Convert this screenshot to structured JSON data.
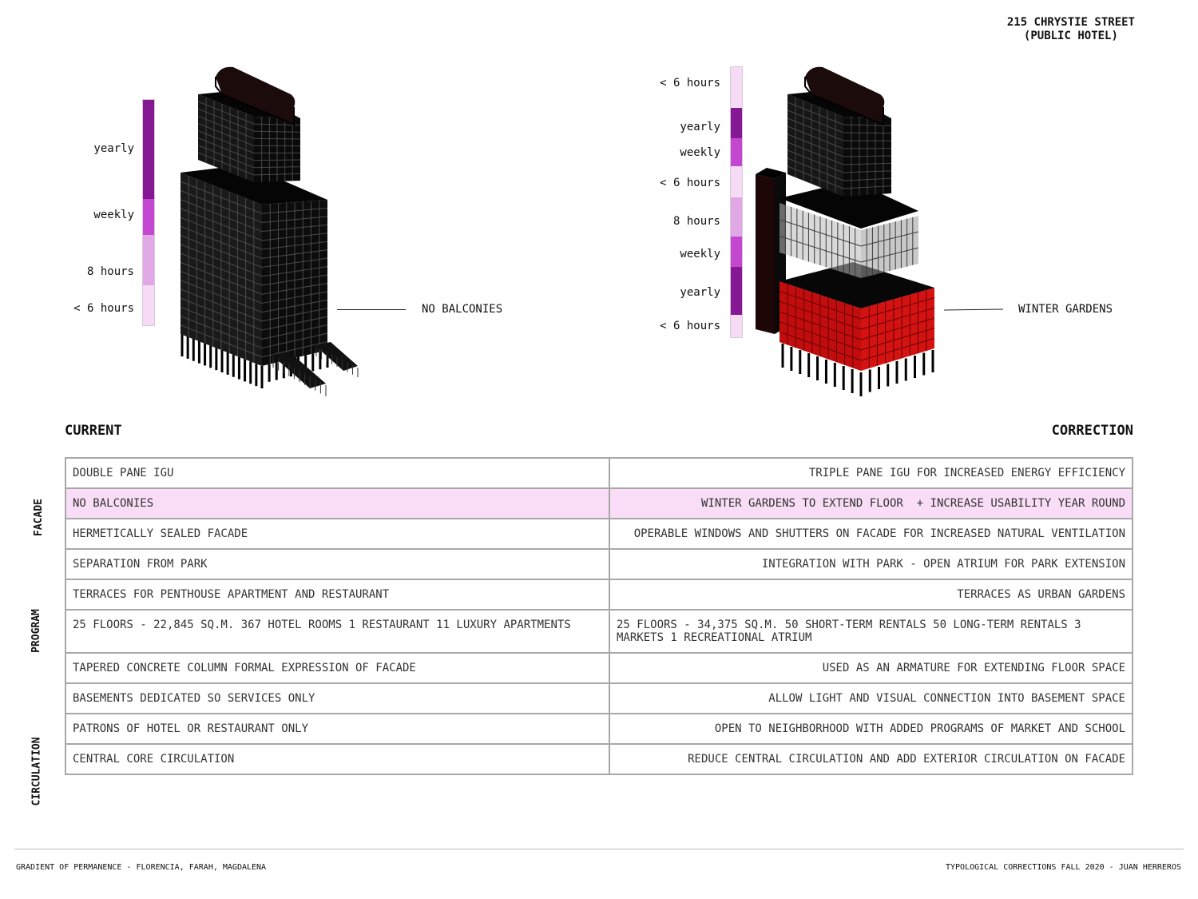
{
  "title": {
    "line1": "215 CHRYSTIE STREET",
    "line2": "(PUBLIC HOTEL)"
  },
  "colors": {
    "yearly": "#851994",
    "weekly": "#c447d1",
    "hours8": "#e0a9e6",
    "hours6": "#f6dbf5",
    "red": "#d10f0f",
    "highlight": "#f9dcf6"
  },
  "left_scale": {
    "labels": [
      "yearly",
      "weekly",
      "8 hours",
      "< 6 hours"
    ],
    "callout": "NO BALCONIES"
  },
  "right_scale": {
    "labels": [
      "< 6 hours",
      "yearly",
      "weekly",
      "< 6 hours",
      "8 hours",
      "weekly",
      "yearly",
      "< 6 hours"
    ],
    "callout": "WINTER GARDENS"
  },
  "headings": {
    "current": "CURRENT",
    "correction": "CORRECTION"
  },
  "categories": [
    "FACADE",
    "PROGRAM",
    "CIRCULATION"
  ],
  "rows": [
    {
      "current": "DOUBLE PANE IGU",
      "correction": "TRIPLE PANE IGU FOR INCREASED ENERGY EFFICIENCY"
    },
    {
      "current": "NO BALCONIES",
      "correction": "WINTER GARDENS TO EXTEND FLOOR  + INCREASE USABILITY YEAR ROUND"
    },
    {
      "current": "HERMETICALLY SEALED FACADE",
      "correction": "OPERABLE WINDOWS AND SHUTTERS ON FACADE FOR INCREASED NATURAL VENTILATION"
    },
    {
      "current": "SEPARATION FROM PARK",
      "correction": "INTEGRATION WITH PARK - OPEN ATRIUM FOR PARK EXTENSION"
    },
    {
      "current": "TERRACES FOR PENTHOUSE APARTMENT AND RESTAURANT",
      "correction": "TERRACES AS URBAN GARDENS"
    },
    {
      "current": "25 FLOORS - 22,845 SQ.M. 367 HOTEL ROOMS 1 RESTAURANT 11 LUXURY APARTMENTS",
      "correction": "25 FLOORS - 34,375 SQ.M. 50 SHORT-TERM RENTALS 50 LONG-TERM RENTALS 3 MARKETS 1 RECREATIONAL ATRIUM"
    },
    {
      "current": "TAPERED CONCRETE COLUMN FORMAL EXPRESSION OF FACADE",
      "correction": "USED AS AN ARMATURE FOR EXTENDING FLOOR SPACE"
    },
    {
      "current": "BASEMENTS DEDICATED SO SERVICES ONLY",
      "correction": "ALLOW LIGHT AND VISUAL CONNECTION INTO BASEMENT SPACE"
    },
    {
      "current": "PATRONS OF HOTEL OR RESTAURANT ONLY",
      "correction": "OPEN TO NEIGHBORHOOD WITH ADDED PROGRAMS OF MARKET AND SCHOOL"
    },
    {
      "current": "CENTRAL CORE CIRCULATION",
      "correction": "REDUCE CENTRAL CIRCULATION AND ADD EXTERIOR CIRCULATION ON FACADE"
    }
  ],
  "footer": {
    "left": "GRADIENT OF PERMANENCE - FLORENCIA, FARAH, MAGDALENA",
    "right": "TYPOLOGICAL CORRECTIONS FALL 2020 - JUAN HERREROS"
  }
}
